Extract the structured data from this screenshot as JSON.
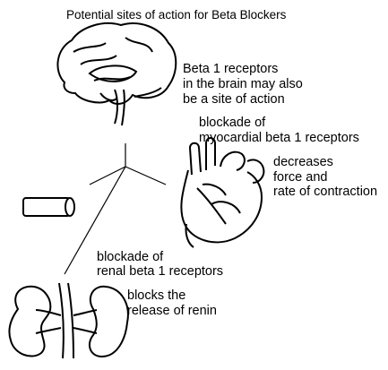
{
  "title": "Potential sites of action for Beta Blockers",
  "brain": {
    "line1": "Beta 1 receptors",
    "line2": "in the brain may also",
    "line3": "be a site of action"
  },
  "heart": {
    "blockade_line1": "blockade of",
    "blockade_line2": "myocardial beta 1 receptors",
    "effect_line1": "decreases",
    "effect_line2": "force and",
    "effect_line3": "rate of contraction"
  },
  "kidney": {
    "blockade_line1": "blockade of",
    "blockade_line2": "renal beta 1 receptors",
    "effect_line1": "blocks the",
    "effect_line2": "release of renin"
  },
  "icons": [
    "brain-icon",
    "heart-icon",
    "kidneys-icon",
    "pill-icon"
  ],
  "colors": {
    "ink": "#000000",
    "background": "#ffffff"
  }
}
